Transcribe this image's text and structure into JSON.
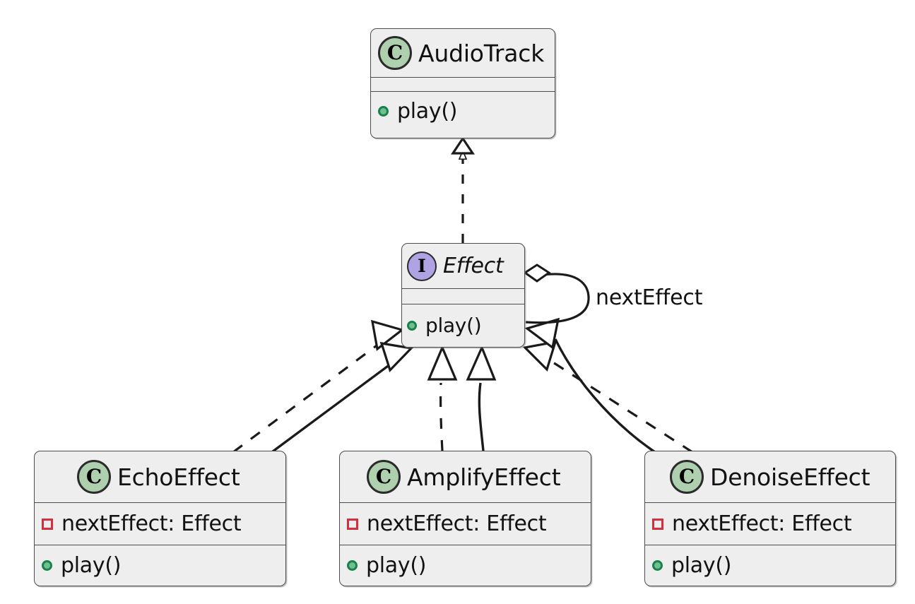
{
  "diagram": {
    "kind": "uml-class-diagram",
    "background": "#ffffff",
    "palette": {
      "box_fill": "#eeeeee",
      "box_stroke": "#4d4d4d",
      "class_badge_fill": "#aed0ae",
      "interface_badge_fill": "#b0a3e3",
      "operation_marker": "#17824a",
      "private_field_marker": "#d32f3c",
      "edge_stroke": "#1a1a1a"
    }
  },
  "nodes": {
    "audio_track": {
      "badge": "C",
      "badge_kind": "class-icon",
      "name": "AudioTrack",
      "attributes": [],
      "operations": [
        {
          "marker": "public-operation-icon",
          "text": "play()"
        }
      ]
    },
    "effect": {
      "badge": "I",
      "badge_kind": "interface-icon",
      "name": "Effect",
      "italic": true,
      "attributes": [],
      "operations": [
        {
          "marker": "public-operation-icon",
          "text": "play()"
        }
      ]
    },
    "echo_effect": {
      "badge": "C",
      "badge_kind": "class-icon",
      "name": "EchoEffect",
      "attributes": [
        {
          "marker": "private-field-icon",
          "text": "nextEffect: Effect"
        }
      ],
      "operations": [
        {
          "marker": "public-operation-icon",
          "text": "play()"
        }
      ]
    },
    "amplify_effect": {
      "badge": "C",
      "badge_kind": "class-icon",
      "name": "AmplifyEffect",
      "attributes": [
        {
          "marker": "private-field-icon",
          "text": "nextEffect: Effect"
        }
      ],
      "operations": [
        {
          "marker": "public-operation-icon",
          "text": "play()"
        }
      ]
    },
    "denoise_effect": {
      "badge": "C",
      "badge_kind": "class-icon",
      "name": "DenoiseEffect",
      "attributes": [
        {
          "marker": "private-field-icon",
          "text": "nextEffect: Effect"
        }
      ],
      "operations": [
        {
          "marker": "public-operation-icon",
          "text": "play()"
        }
      ]
    }
  },
  "edges": [
    {
      "id": "effect-to-audiotrack",
      "from": "Effect",
      "to": "AudioTrack",
      "style": "dashed",
      "arrow": "hollow-triangle",
      "relation": "realization"
    },
    {
      "id": "echo-realizes-effect",
      "from": "EchoEffect",
      "to": "Effect",
      "style": "dashed",
      "arrow": "hollow-triangle",
      "relation": "realization"
    },
    {
      "id": "echo-extends-effect",
      "from": "EchoEffect",
      "to": "Effect",
      "style": "solid",
      "arrow": "hollow-triangle",
      "relation": "generalization"
    },
    {
      "id": "amplify-realizes-effect",
      "from": "AmplifyEffect",
      "to": "Effect",
      "style": "dashed",
      "arrow": "hollow-triangle",
      "relation": "realization"
    },
    {
      "id": "amplify-extends-effect",
      "from": "AmplifyEffect",
      "to": "Effect",
      "style": "solid",
      "arrow": "hollow-triangle",
      "relation": "generalization"
    },
    {
      "id": "denoise-realizes-effect",
      "from": "DenoiseEffect",
      "to": "Effect",
      "style": "dashed",
      "arrow": "hollow-triangle",
      "relation": "realization"
    },
    {
      "id": "denoise-extends-effect",
      "from": "DenoiseEffect",
      "to": "Effect",
      "style": "solid",
      "arrow": "hollow-triangle",
      "relation": "generalization"
    },
    {
      "id": "effect-self-aggregation",
      "from": "Effect",
      "to": "Effect",
      "style": "solid",
      "arrow": "hollow-diamond",
      "relation": "aggregation",
      "label": "nextEffect"
    }
  ],
  "labels": {
    "next_effect": "nextEffect"
  }
}
